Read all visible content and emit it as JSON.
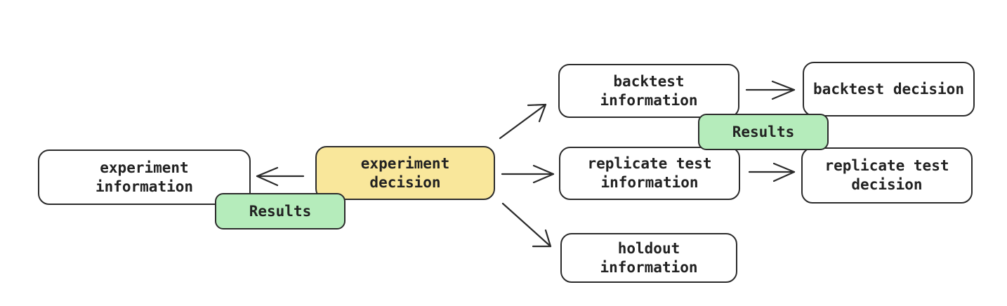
{
  "nodes": {
    "experiment_information": "experiment\ninformation",
    "experiment_decision": "experiment\ndecision",
    "results_left": "Results",
    "backtest_information": "backtest\ninformation",
    "backtest_decision": "backtest decision",
    "results_right": "Results",
    "replicate_test_information": "replicate test\ninformation",
    "replicate_test_decision": "replicate test\ndecision",
    "holdout_information": "holdout\ninformation"
  },
  "colors": {
    "decision_fill": "#f9e79b",
    "results_fill": "#b5ecbb",
    "node_fill": "#ffffff",
    "stroke": "#2b2b2b"
  }
}
